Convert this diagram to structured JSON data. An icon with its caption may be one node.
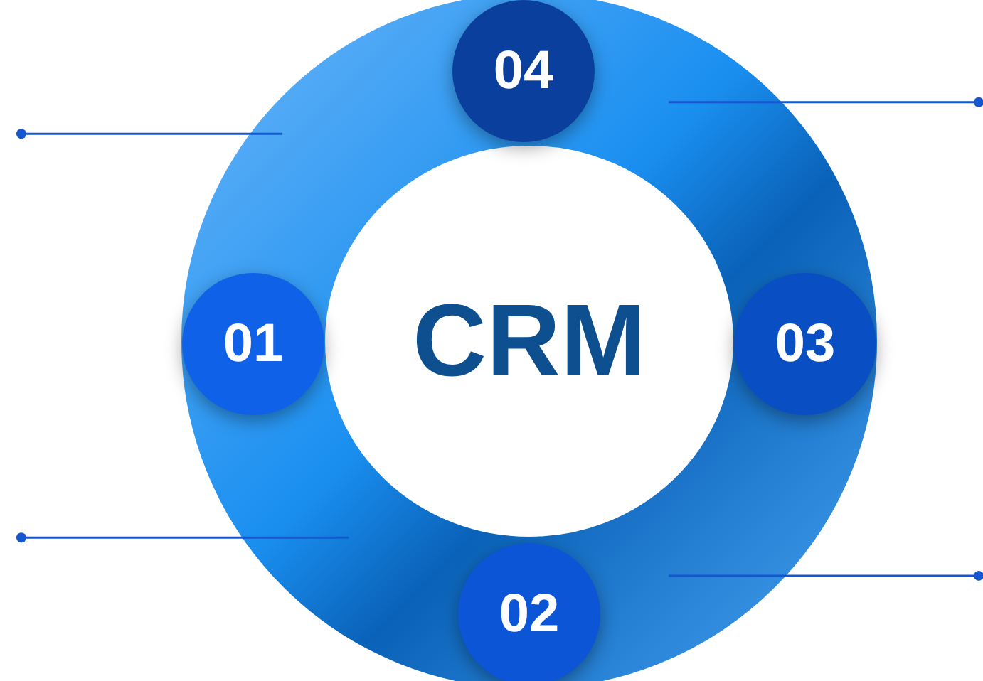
{
  "diagram": {
    "nodes": [
      {
        "text": [],
        "shape": "arc"
      },
      {
        "text": [],
        "shape": "arc"
      },
      {
        "text": [],
        "shape": "arc"
      },
      {
        "text": [],
        "shape": "arc"
      },
      {
        "text": [
          "04"
        ]
      },
      {
        "text": [
          "01"
        ]
      },
      {
        "text": [
          "03"
        ]
      },
      {
        "text": [
          "02"
        ]
      }
    ],
    "edges": [
      {
        "from": null,
        "to": 0,
        "arrow": "other"
      },
      {
        "from": null,
        "to": 2,
        "arrow": "other"
      },
      {
        "from": null,
        "to": 1,
        "arrow": "other"
      },
      {
        "from": null,
        "to": 3,
        "arrow": "other"
      }
    ],
    "labels": [
      "CRM"
    ]
  }
}
